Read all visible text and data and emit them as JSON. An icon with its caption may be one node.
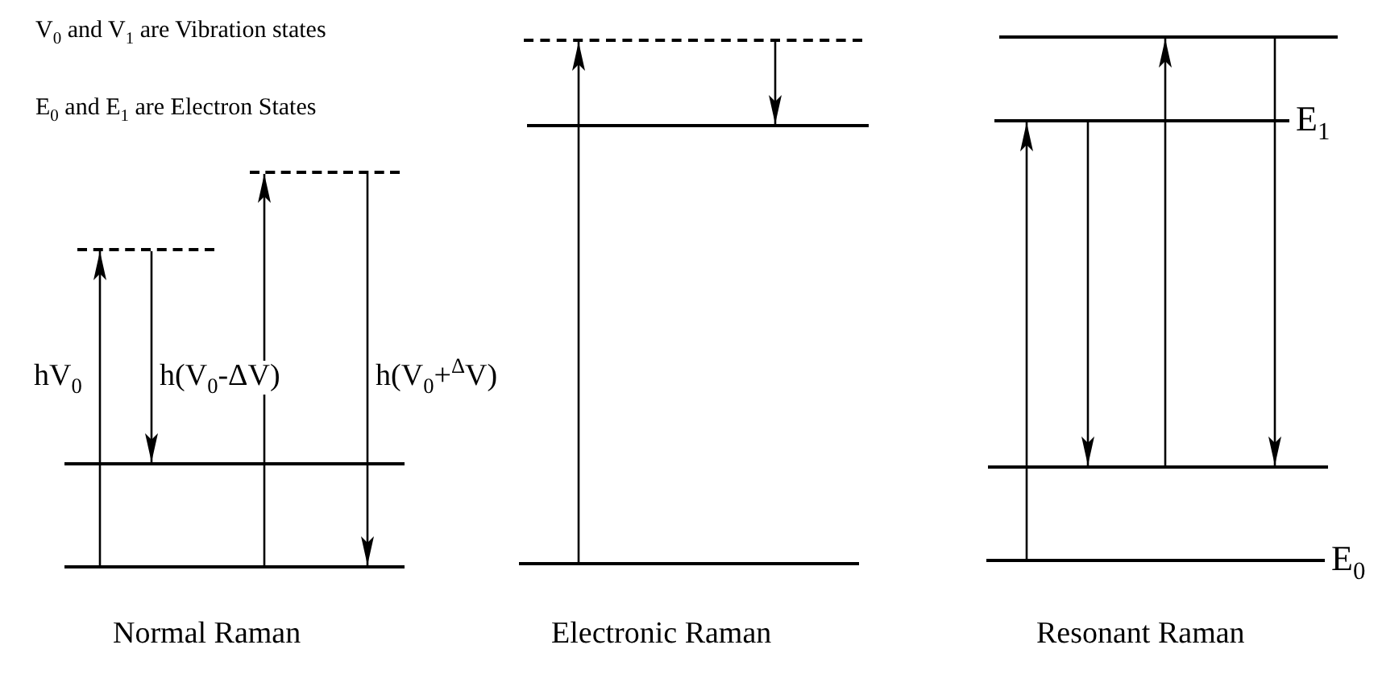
{
  "diagram": {
    "nodes": [
      {
        "text": [],
        "shape": "dashed-line"
      },
      {
        "text": [],
        "shape": "dashed-line"
      },
      {
        "text": [],
        "shape": "line"
      },
      {
        "text": [],
        "shape": "line"
      },
      {
        "text": [],
        "shape": "dashed-line"
      },
      {
        "text": [],
        "shape": "line"
      },
      {
        "text": [],
        "shape": "line"
      },
      {
        "text": [],
        "shape": "line"
      },
      {
        "text": [],
        "shape": "line",
        "beside": [
          "E$_{1}$"
        ]
      },
      {
        "text": [],
        "shape": "line"
      },
      {
        "text": [],
        "shape": "line",
        "beside": [
          "E$_{0}$"
        ]
      }
    ],
    "edges": [
      {
        "from": 3,
        "to": 1,
        "arrow": "to",
        "label": "hV$_{0}$"
      },
      {
        "from": 1,
        "to": 2,
        "arrow": "to",
        "label": "h(V$_{0}$-ΔV)"
      },
      {
        "from": 3,
        "to": 0,
        "arrow": "to"
      },
      {
        "from": 0,
        "to": 3,
        "arrow": "to",
        "label": "h(V$_{0}$+$^{Δ}$V)"
      },
      {
        "from": 6,
        "to": 4,
        "arrow": "to"
      },
      {
        "from": 4,
        "to": 5,
        "arrow": "to"
      },
      {
        "from": 10,
        "to": 8,
        "arrow": "to"
      },
      {
        "from": 8,
        "to": 9,
        "arrow": "to"
      },
      {
        "from": 9,
        "to": 7,
        "arrow": "to"
      },
      {
        "from": 7,
        "to": 9,
        "arrow": "to"
      }
    ],
    "labels": [
      "V$_{0}$ and V$_{1}$ are Vibration states",
      "E$_{0}$ and E$_{1}$ are Electron States",
      "Normal Raman",
      "Electronic Raman",
      "Resonant Raman"
    ]
  }
}
